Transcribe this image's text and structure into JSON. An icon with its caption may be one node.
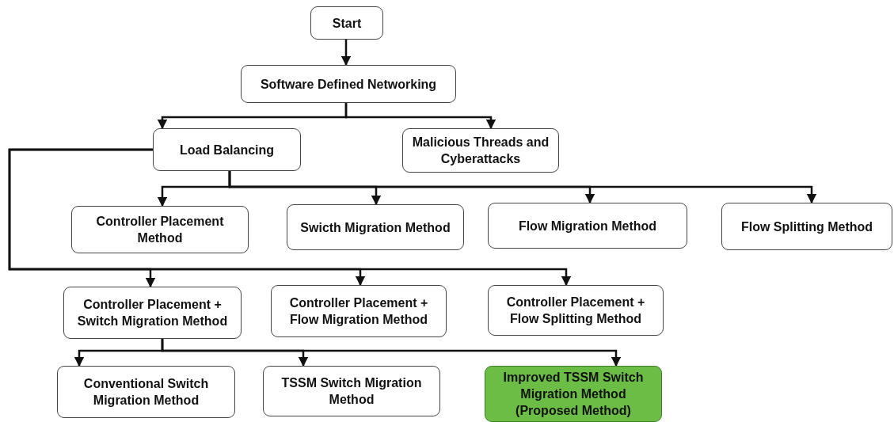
{
  "diagram": {
    "nodes": [
      {
        "text": [
          "Start"
        ]
      },
      {
        "text": [
          "Software Defined Networking"
        ]
      },
      {
        "text": [
          "Load Balancing"
        ]
      },
      {
        "text": [
          "Malicious Threads and Cyberattacks"
        ]
      },
      {
        "text": [
          "Controller Placement Method"
        ]
      },
      {
        "text": [
          "Swicth Migration Method"
        ]
      },
      {
        "text": [
          "Flow Migration Method"
        ]
      },
      {
        "text": [
          "Flow Splitting Method"
        ]
      },
      {
        "text": [
          "Controller Placement + Switch Migration Method"
        ]
      },
      {
        "text": [
          "Controller Placement + Flow Migration Method"
        ]
      },
      {
        "text": [
          "Controller Placement + Flow Splitting Method"
        ]
      },
      {
        "text": [
          "Conventional Switch Migration Method"
        ]
      },
      {
        "text": [
          "TSSM Switch Migration Method"
        ]
      },
      {
        "text": [
          "Improved TSSM Switch Migration Method (Proposed Method)"
        ]
      }
    ],
    "edges": [
      {
        "from": 0,
        "to": 1,
        "arrow": "to"
      },
      {
        "from": 1,
        "to": 2,
        "arrow": "to"
      },
      {
        "from": 1,
        "to": 3,
        "arrow": "to"
      },
      {
        "from": 2,
        "to": 4,
        "arrow": "to"
      },
      {
        "from": 2,
        "to": 5,
        "arrow": "to"
      },
      {
        "from": 2,
        "to": 6,
        "arrow": "to"
      },
      {
        "from": 2,
        "to": 7,
        "arrow": "to"
      },
      {
        "from": 2,
        "to": 8,
        "arrow": "to"
      },
      {
        "from": 2,
        "to": 9,
        "arrow": "to"
      },
      {
        "from": 2,
        "to": 10,
        "arrow": "to"
      },
      {
        "from": 8,
        "to": 11,
        "arrow": "to"
      },
      {
        "from": 8,
        "to": 12,
        "arrow": "to"
      },
      {
        "from": 8,
        "to": 13,
        "arrow": "to"
      }
    ]
  }
}
